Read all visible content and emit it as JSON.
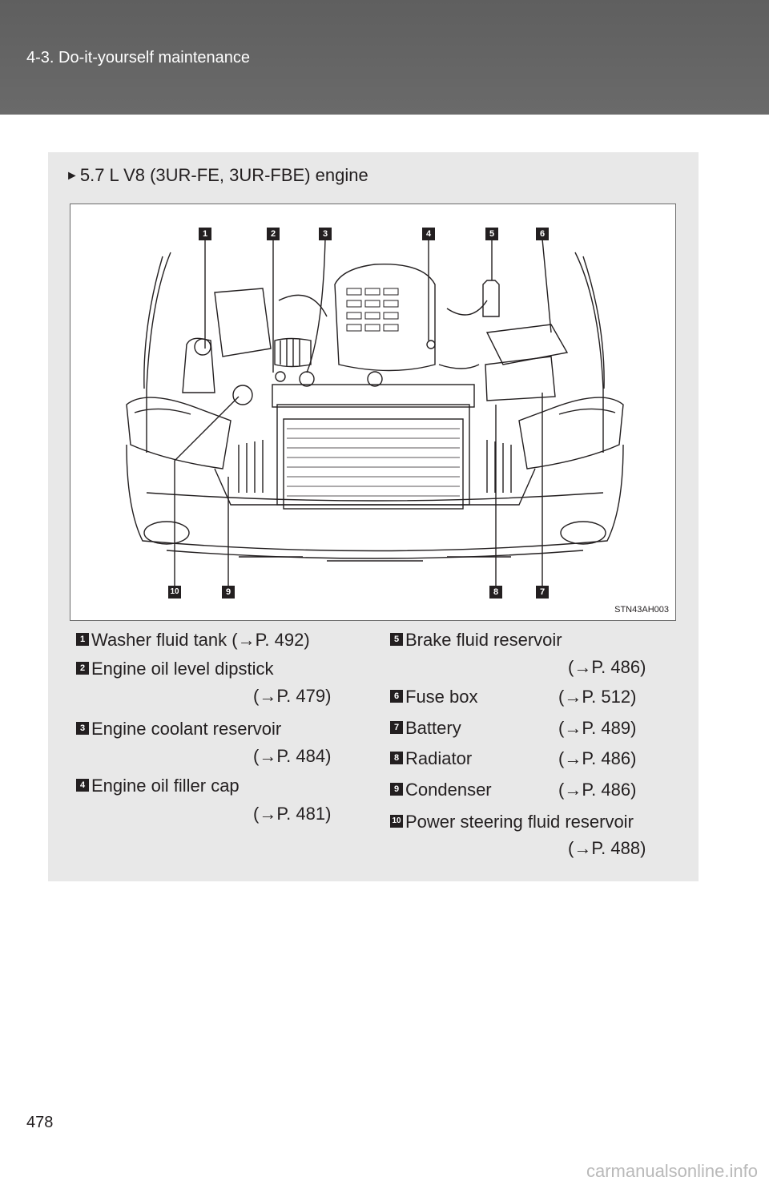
{
  "header": {
    "title": "4-3. Do-it-yourself maintenance"
  },
  "section": {
    "arrow_glyph": "►",
    "heading": "5.7 L V8 (3UR-FE, 3UR-FBE) engine"
  },
  "figure": {
    "code": "STN43AH003",
    "callouts": [
      "1",
      "2",
      "3",
      "4",
      "5",
      "6",
      "7",
      "8",
      "9",
      "10"
    ]
  },
  "legend": [
    {
      "num": "1",
      "label": "Washer fluid tank (→P. 492)",
      "ref": ""
    },
    {
      "num": "2",
      "label": "Engine oil level dipstick",
      "ref": "(→P. 479)"
    },
    {
      "num": "3",
      "label": "Engine coolant reservoir",
      "ref": "(→P. 484)"
    },
    {
      "num": "4",
      "label": "Engine oil filler cap",
      "ref": "(→P. 481)"
    },
    {
      "num": "5",
      "label": "Brake fluid reservoir",
      "ref": "(→P. 486)"
    },
    {
      "num": "6",
      "label": "Fuse box",
      "ref": "(→P. 512)"
    },
    {
      "num": "7",
      "label": "Battery",
      "ref": "(→P. 489)"
    },
    {
      "num": "8",
      "label": "Radiator",
      "ref": "(→P. 486)"
    },
    {
      "num": "9",
      "label": "Condenser",
      "ref": "(→P. 486)"
    },
    {
      "num": "10",
      "label": "Power steering fluid reservoir",
      "ref": "(→P. 488)"
    }
  ],
  "page_number": "478",
  "watermark": "carmanualsonline.info"
}
